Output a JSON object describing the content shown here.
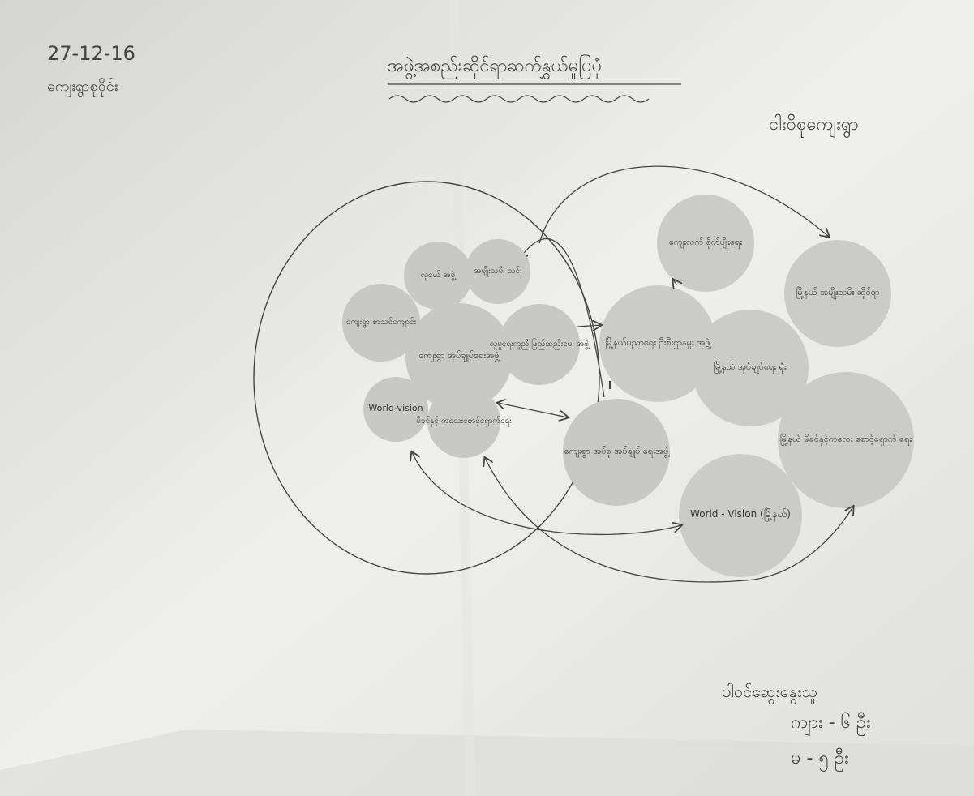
{
  "header": {
    "date": "27-12-16",
    "place": "ကျေးရွာစုဝိုင်း",
    "title": "အဖွဲ့အစည်းဆိုင်ရာဆက်နွှယ်မှုပြပုံ",
    "village": "ငါးဝိစုကျေးရွာ"
  },
  "footer": {
    "participants_title": "ပါဝင်ဆွေးနွေးသူ",
    "male": "ကျား - ၆ ဦး",
    "female": "မ - ၅ ဦး"
  },
  "nodes": {
    "village_education": "ကျေးရွာ စာသင်ကျောင်း",
    "youth": "လူငယ် အဖွဲ့",
    "women": "အမျိုးသမီး သင်း",
    "village_admin": "ကျေးရွာ အုပ်ချုပ်ရေးအဖွဲ့",
    "community_group": "လူမှုရေးကူညီ ဖြည့်ဆည်းပေး အဖွဲ့",
    "world_vision_local": "World-vision",
    "health_committee": "မိခင်နှင့် ကလေးစောင့်ရှောက်ရေး",
    "village_tract_admin": "ကျေးရွာ အုပ်စု အုပ်ချုပ် ရေးအဖွဲ့",
    "township_forestry": "ကျေးလက် စိုက်ပျိုးရေး",
    "township_education": "မြို့နယ်ပညာရေး ဦးစီးဌာနမှူး အဖွဲ့",
    "township_women": "မြို့နယ် အမျိုးသမီး ဆိုင်ရာ",
    "township_admin": "မြို့နယ် အုပ်ချုပ်ရေး ရုံး",
    "township_health": "မြို့နယ် မိခင်နှင့်ကလေး စောင့်ရှောက် ရေး",
    "world_vision_township": "World - Vision (မြို့နယ်)"
  },
  "colors": {
    "paper": "#eeeeec",
    "bubble": "#c9c9c6",
    "ink": "#444444"
  }
}
